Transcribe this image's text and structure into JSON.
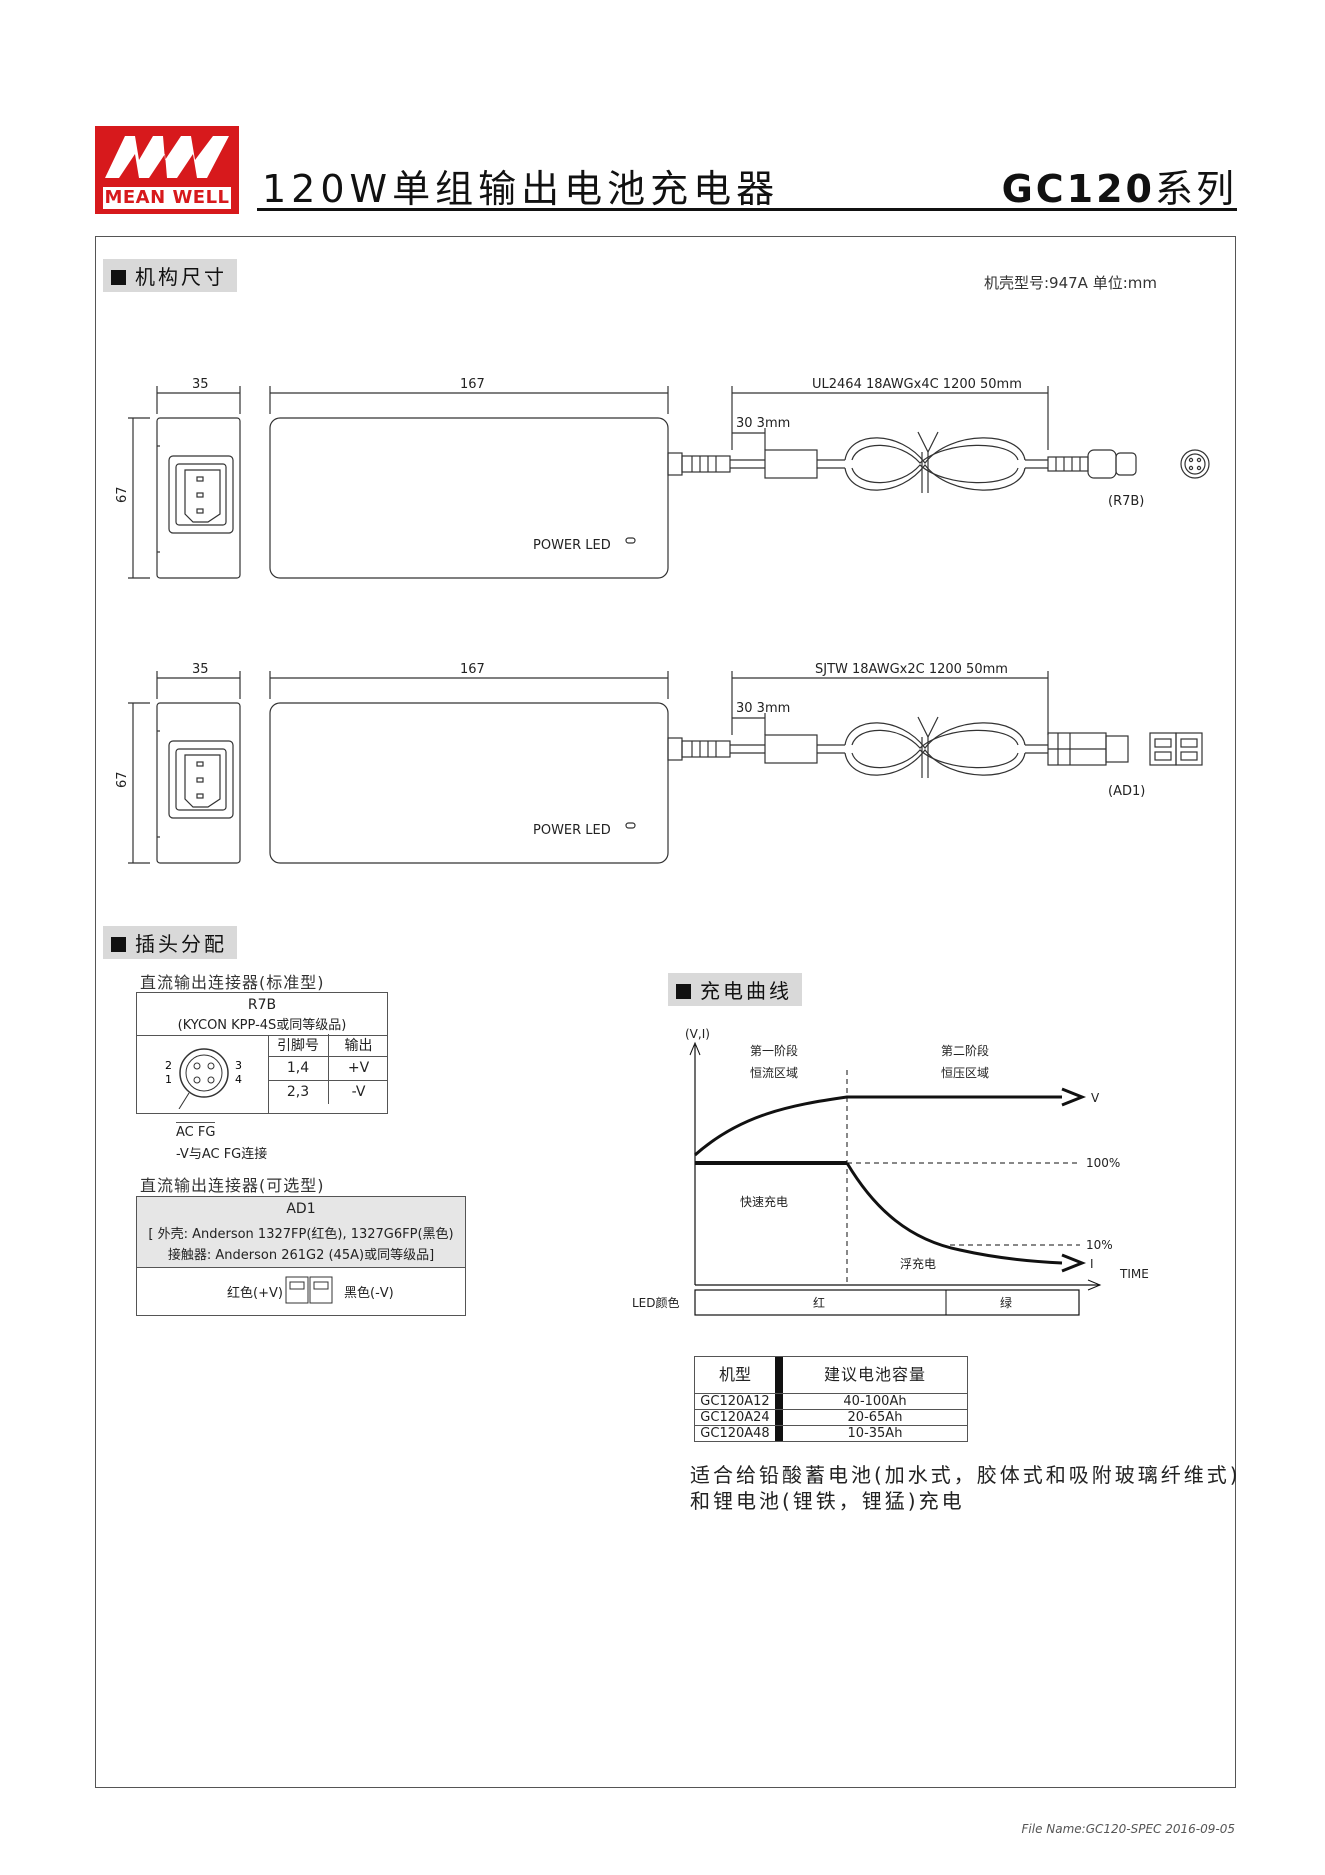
{
  "header": {
    "logo_text": "MEAN WELL",
    "logo_letters": "MW",
    "title": "120W单组输出电池充电器",
    "series_model": "GC120",
    "series_suffix": "系列"
  },
  "mech": {
    "section_title": "机构尺寸",
    "case_info": "机壳型号:947A   单位:mm",
    "dim_width": "35",
    "dim_length": "167",
    "dim_height": "67",
    "cable_r7b": "UL2464 18AWGx4C 1200  50mm",
    "cable_ad1": "SJTW 18AWGx2C 1200  50mm",
    "strip": "30  3mm",
    "power_led": "POWER LED",
    "label_r7b": "(R7B)",
    "label_ad1": "(AD1)"
  },
  "pin": {
    "section_title": "插头分配",
    "std_title": "直流输出连接器(标准型)",
    "r7b_name": "R7B",
    "r7b_desc": "(KYCON KPP-4S或同等级品)",
    "col_pin": "引脚号",
    "col_out": "输出",
    "rows": [
      {
        "pin": "1,4",
        "out": "+V"
      },
      {
        "pin": "2,3",
        "out": "-V"
      }
    ],
    "pin_numbers": [
      "2",
      "1",
      "3",
      "4"
    ],
    "acfg": "AC FG",
    "acfg_note": "-V与AC FG连接",
    "opt_title": "直流输出连接器(可选型)",
    "ad1_name": "AD1",
    "ad1_line1": "[ 外壳: Anderson 1327FP(红色), 1327G6FP(黑色)",
    "ad1_line2": "接触器: Anderson 261G2 (45A)或同等级品]",
    "red_label": "红色(+V)",
    "black_label": "黑色(-V)"
  },
  "curve": {
    "section_title": "充电曲线",
    "y_axis": "(V,I)",
    "stage1": "第一阶段",
    "stage1_sub": "恒流区域",
    "stage2": "第二阶段",
    "stage2_sub": "恒压区域",
    "label_v": "V",
    "label_i": "I",
    "pct_100": "100%",
    "pct_10": "10%",
    "fast_charge": "快速充电",
    "float_charge": "浮充电",
    "x_axis": "TIME",
    "led_label": "LED颜色",
    "led_red": "红",
    "led_green": "绿"
  },
  "capacity": {
    "col_model": "机型",
    "col_capacity": "建议电池容量",
    "rows": [
      {
        "model": "GC120A12",
        "cap": "40-100Ah"
      },
      {
        "model": "GC120A24",
        "cap": "20-65Ah"
      },
      {
        "model": "GC120A48",
        "cap": "10-35Ah"
      }
    ],
    "note_line1": "适合给铅酸蓄电池(加水式，胶体式和吸附玻璃纤维式)",
    "note_line2": "和锂电池(锂铁，锂猛)充电"
  },
  "footer": {
    "file_name": "File Name:GC120-SPEC   2016-09-05"
  },
  "colors": {
    "brand": "#d7191c"
  }
}
